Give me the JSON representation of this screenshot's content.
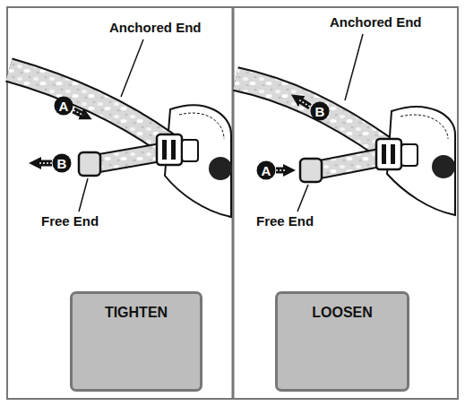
{
  "diagram": {
    "nodes": [
      {
        "text": [
          "A"
        ]
      },
      {
        "text": [
          "B"
        ]
      },
      {
        "text": [
          "TIGHTEN"
        ]
      },
      {
        "text": [
          "B"
        ]
      },
      {
        "text": [
          "A"
        ]
      },
      {
        "text": [
          "LOOSEN"
        ]
      }
    ],
    "labels": [
      "Anchored End",
      "Free End",
      "Anchored End",
      "Free End"
    ]
  }
}
